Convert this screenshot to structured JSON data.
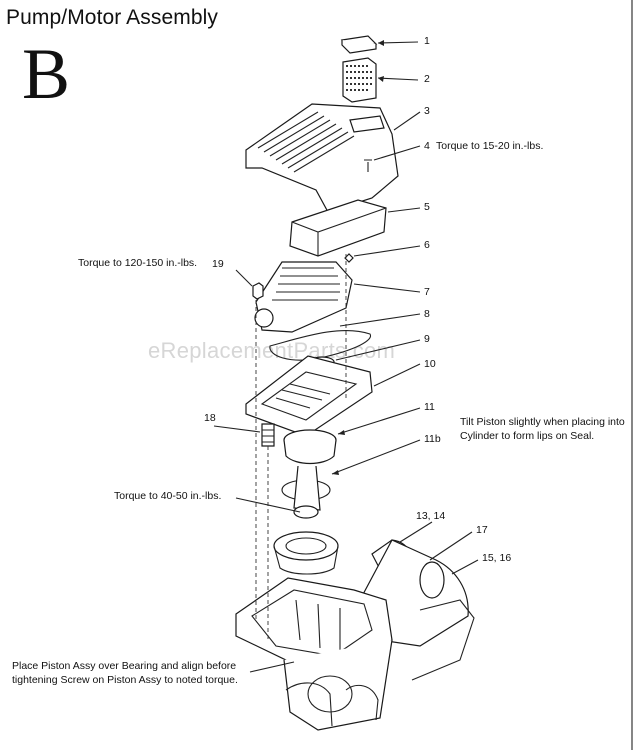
{
  "header": {
    "title": "Pump/Motor Assembly",
    "section_letter": "B"
  },
  "watermark": "eReplacementParts.com",
  "callouts": [
    {
      "id": "c1",
      "label": "1"
    },
    {
      "id": "c2",
      "label": "2"
    },
    {
      "id": "c3",
      "label": "3"
    },
    {
      "id": "c4",
      "label": "4"
    },
    {
      "id": "c5",
      "label": "5"
    },
    {
      "id": "c6",
      "label": "6"
    },
    {
      "id": "c7",
      "label": "7"
    },
    {
      "id": "c8",
      "label": "8"
    },
    {
      "id": "c9",
      "label": "9"
    },
    {
      "id": "c10",
      "label": "10"
    },
    {
      "id": "c11",
      "label": "11"
    },
    {
      "id": "c11b",
      "label": "11b"
    },
    {
      "id": "c13",
      "label": "13, 14"
    },
    {
      "id": "c17",
      "label": "17"
    },
    {
      "id": "c15",
      "label": "15, 16"
    },
    {
      "id": "c18",
      "label": "18"
    },
    {
      "id": "c19",
      "label": "19"
    }
  ],
  "notes": {
    "torque_4": "Torque to 15-20 in.-lbs.",
    "torque_19": "Torque to 120-150 in.-lbs.",
    "torque_piston": "Torque to 40-50 in.-lbs.",
    "tilt_line1": "Tilt Piston slightly when placing into",
    "tilt_line2": "Cylinder to form lips on Seal.",
    "place_line1": "Place Piston Assy over Bearing and align before",
    "place_line2": "tightening Screw on Piston Assy to noted torque."
  }
}
